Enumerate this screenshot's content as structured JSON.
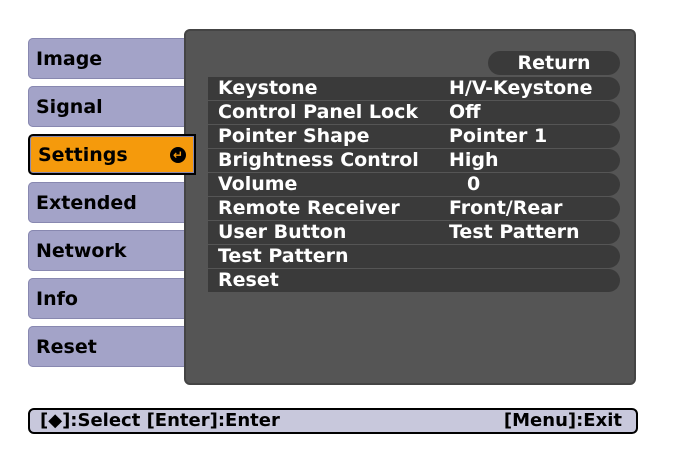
{
  "sidebar": {
    "tabs": [
      {
        "label": "Image"
      },
      {
        "label": "Signal"
      },
      {
        "label": "Settings"
      },
      {
        "label": "Extended"
      },
      {
        "label": "Network"
      },
      {
        "label": "Info"
      },
      {
        "label": "Reset"
      }
    ],
    "selected": "Settings",
    "enter_icon": "enter-return-icon"
  },
  "panel": {
    "return_label": "Return",
    "rows": [
      {
        "label": "Keystone",
        "value": "H/V-Keystone"
      },
      {
        "label": "Control Panel Lock",
        "value": "Off"
      },
      {
        "label": "Pointer Shape",
        "value": "Pointer 1"
      },
      {
        "label": "Brightness Control",
        "value": "High"
      },
      {
        "label": "Volume",
        "value": "0"
      },
      {
        "label": "Remote Receiver",
        "value": "Front/Rear"
      },
      {
        "label": "User Button",
        "value": "Test Pattern"
      },
      {
        "label": "Test Pattern",
        "value": ""
      },
      {
        "label": "Reset",
        "value": ""
      }
    ]
  },
  "status_bar": {
    "left": "[◆]:Select  [Enter]:Enter",
    "right": "[Menu]:Exit"
  },
  "colors": {
    "tab_bg": "#a3a3c8",
    "tab_selected": "#f59a0c",
    "panel_bg": "#555555",
    "row_bg": "#3a3a3a",
    "status_bg": "#c8c8dc"
  }
}
